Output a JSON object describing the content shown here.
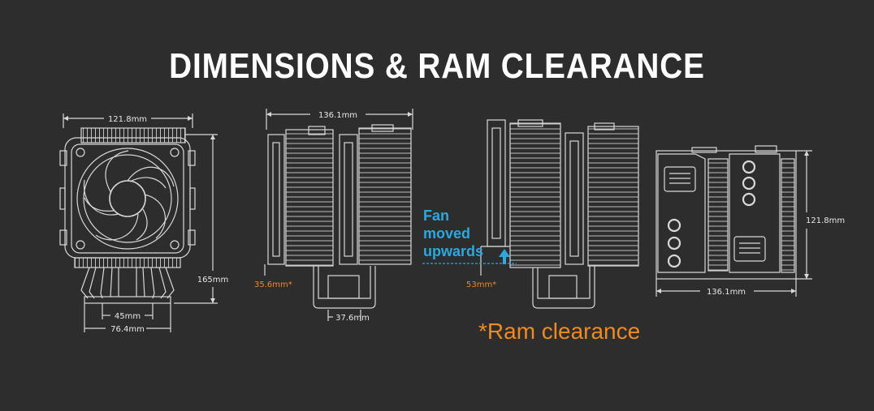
{
  "title": "DIMENSIONS & RAM CLEARANCE",
  "views": {
    "front": {
      "width_top": "121.8mm",
      "height": "165mm",
      "base_inner": "45mm",
      "base_outer": "76.4mm"
    },
    "side_standard": {
      "width_top": "136.1mm",
      "ram_clearance": "35.6mm*",
      "base_width": "37.6mm"
    },
    "side_raised": {
      "ram_clearance": "53mm*",
      "note_lines": [
        "Fan",
        "moved",
        "upwards"
      ]
    },
    "top": {
      "height": "121.8mm",
      "width_bottom": "136.1mm"
    }
  },
  "footnote": "*Ram clearance",
  "colors": {
    "background": "#2d2d2d",
    "line": "#d8d8d8",
    "accent_orange": "#f08a1c",
    "accent_blue": "#2aa8e0"
  },
  "icons": [
    "up-arrow-icon",
    "fan-icon",
    "brand-logo-icon",
    "led-ring-icon"
  ]
}
